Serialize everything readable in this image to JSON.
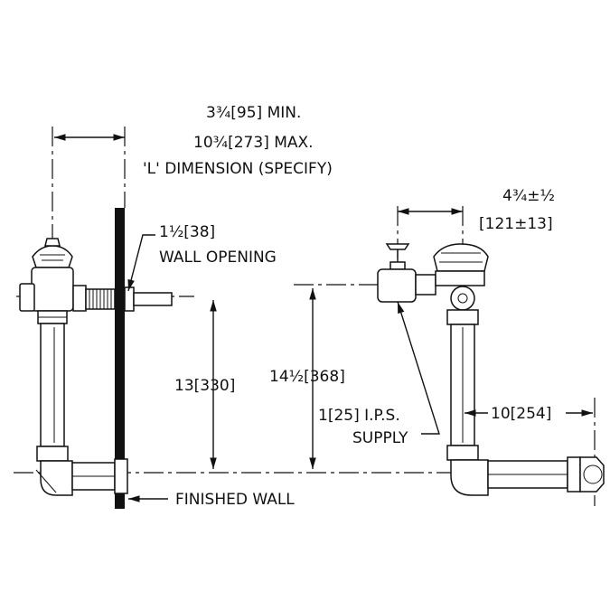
{
  "labels": {
    "min_dim": "3¾[95] MIN.",
    "max_dim": "10¾[273] MAX.",
    "l_dim": "'L' DIMENSION (SPECIFY)",
    "wall_opening_size": "1½[38]",
    "wall_opening": "WALL OPENING",
    "height_13": "13[330]",
    "height_14": "14½[368]",
    "ips_size": "1[25] I.P.S.",
    "supply": "SUPPLY",
    "offset_dim": "4¾±½",
    "offset_metric": "[121±13]",
    "dim_10": "10[254]",
    "finished_wall": "FINISHED WALL"
  }
}
